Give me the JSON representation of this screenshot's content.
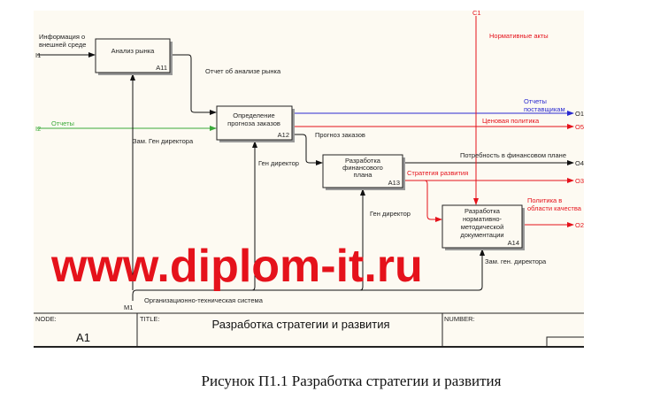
{
  "diagram": {
    "boxes": [
      {
        "id": "A11",
        "label": [
          "Анализ рынка"
        ]
      },
      {
        "id": "A12",
        "label": [
          "Определение",
          "прогноза заказов"
        ]
      },
      {
        "id": "A13",
        "label": [
          "Разработка",
          "финансового",
          "плана"
        ]
      },
      {
        "id": "A14",
        "label": [
          "Разработка",
          "нормативно-",
          "методической",
          "документации"
        ]
      }
    ],
    "arrows": {
      "I1": "I1",
      "I1_label": [
        "Информация о",
        "внешней среде"
      ],
      "I2": "I2",
      "I2_label": "Отчеты",
      "C1": "C1",
      "C1_label": "Нормативные акты",
      "O1": "O1",
      "O1_label": [
        "Отчеты",
        "поставщикам"
      ],
      "O5": "O5",
      "O5_label": "Ценовая политика",
      "O4": "O4",
      "O4_label": "Потребность в финансовом плане",
      "O3": "O3",
      "O3_label": "Стратегия развития",
      "O2": "O2",
      "O2_label": [
        "Политика в",
        "области качества"
      ],
      "M1": "M1",
      "M1_label": "Организационно-техническая система",
      "report": "Отчет об анализе рынка",
      "forecast": "Прогноз заказов",
      "deputy": "Зам. Ген директора",
      "gen1": "Ген директор",
      "gen2": "Ген директор",
      "deputy2": "Зам. ген. директора"
    },
    "colors": {
      "bg": "#fdfaf2",
      "red": "#e5121b",
      "blue": "#2a2ad0",
      "green": "#3aaa3a"
    }
  },
  "footer": {
    "node_label": "NODE:",
    "node_value": "A1",
    "title_label": "TITLE:",
    "title_value": "Разработка  стратегии  и развития",
    "number_label": "NUMBER:"
  },
  "caption": "Рисунок П1.1  Разработка стратегии и развития",
  "watermark": "www.diplom-it.ru"
}
